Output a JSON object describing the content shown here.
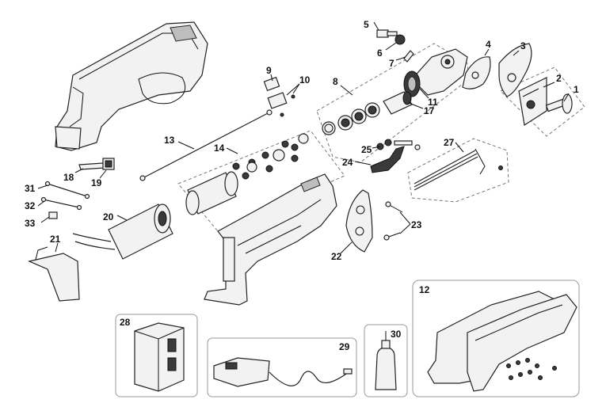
{
  "callouts": {
    "c1": "1",
    "c2": "2",
    "c3": "3",
    "c4": "4",
    "c5": "5",
    "c6": "6",
    "c7": "7",
    "c8": "8",
    "c9": "9",
    "c10": "10",
    "c11": "11",
    "c12": "12",
    "c13": "13",
    "c14": "14",
    "c17": "17",
    "c18": "18",
    "c19": "19",
    "c20": "20",
    "c21": "21",
    "c22": "22",
    "c23": "23",
    "c24": "24",
    "c25": "25",
    "c27": "27",
    "c28": "28",
    "c29": "29",
    "c30": "30",
    "c31": "31",
    "c32": "32",
    "c33": "33"
  }
}
